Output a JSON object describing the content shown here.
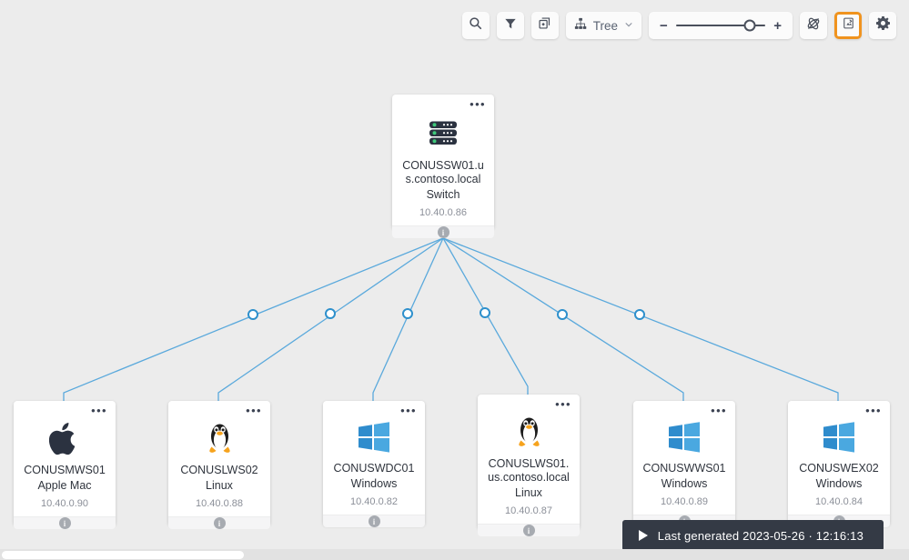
{
  "toolbar": {
    "search_icon": "search-icon",
    "filter_icon": "filter-icon",
    "duplicate_icon": "duplicate-add-icon",
    "layout": {
      "icon": "hierarchy-icon",
      "label": "Tree",
      "chevron": "chevron-down-icon"
    },
    "zoom": {
      "minus": "−",
      "plus": "+",
      "value": 83
    },
    "no_overlap_icon": "no-overlap-icon",
    "export_icon": "export-image-icon",
    "settings_icon": "gear-icon",
    "active_button": "export-image-icon",
    "accent_color": "#f0931e"
  },
  "diagram": {
    "edge_color": "#5aa9dc",
    "root": {
      "name": "CONUSSW01.us.contoso.local",
      "type": "Switch",
      "ip": "10.40.0.86",
      "icon": "switch-icon"
    },
    "children": [
      {
        "name": "CONUSMWS01",
        "type": "Apple Mac",
        "ip": "10.40.0.90",
        "icon": "apple-icon"
      },
      {
        "name": "CONUSLWS02",
        "type": "Linux",
        "ip": "10.40.0.88",
        "icon": "linux-icon"
      },
      {
        "name": "CONUSWDC01",
        "type": "Windows",
        "ip": "10.40.0.82",
        "icon": "windows-icon"
      },
      {
        "name": "CONUSLWS01.us.contoso.local",
        "type": "Linux",
        "ip": "10.40.0.87",
        "icon": "linux-icon"
      },
      {
        "name": "CONUSWWS01",
        "type": "Windows",
        "ip": "10.40.0.89",
        "icon": "windows-icon"
      },
      {
        "name": "CONUSWEX02",
        "type": "Windows",
        "ip": "10.40.0.84",
        "icon": "windows-icon"
      }
    ],
    "node_menu_glyph": "•••",
    "info_glyph": "i"
  },
  "statusbar": {
    "play_icon": "play-icon",
    "text": "Last generated 2023-05-26 · 12:16:13"
  }
}
